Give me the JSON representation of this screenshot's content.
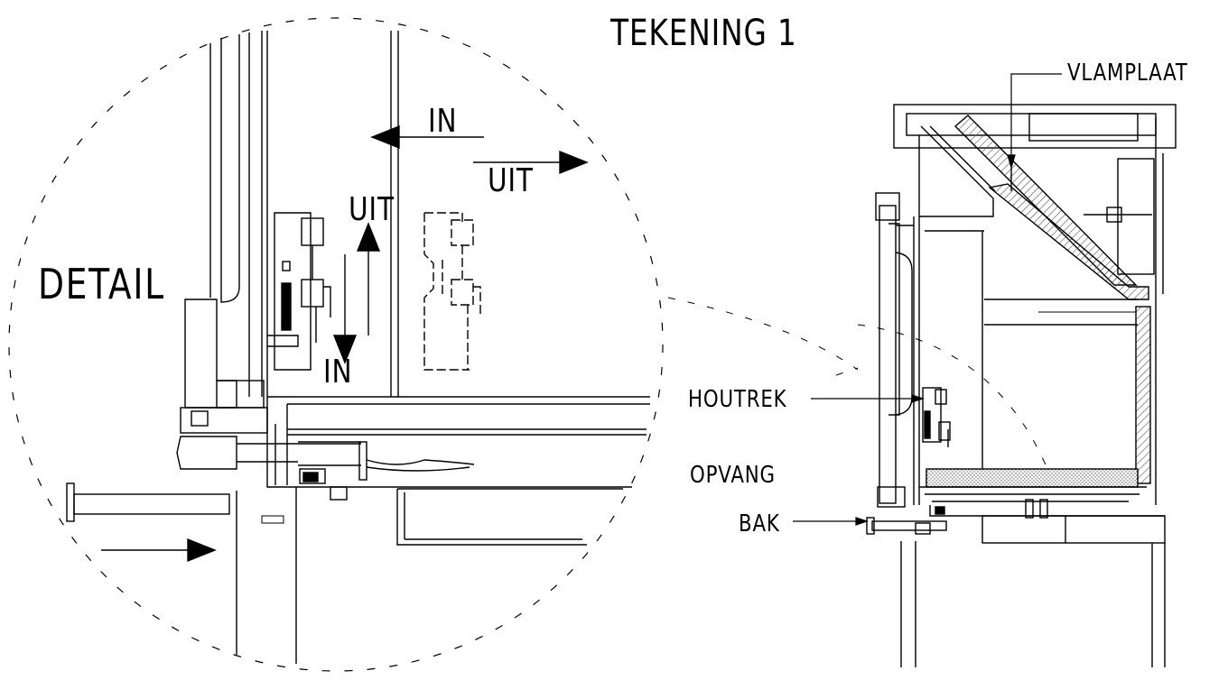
{
  "title": "TEKENING 1",
  "detail_label": "DETAIL",
  "detail_arrows": {
    "in_top": "IN",
    "uit_right": "UIT",
    "uit_mid": "UIT",
    "in_mid": "IN"
  },
  "callouts": {
    "vlamplaat": "VLAMPLAAT",
    "houtrek": "HOUTREK",
    "opvang": "OPVANG",
    "bak": "BAK"
  },
  "colors": {
    "line": "#000000",
    "background": "#ffffff",
    "hatch": "#555555"
  }
}
